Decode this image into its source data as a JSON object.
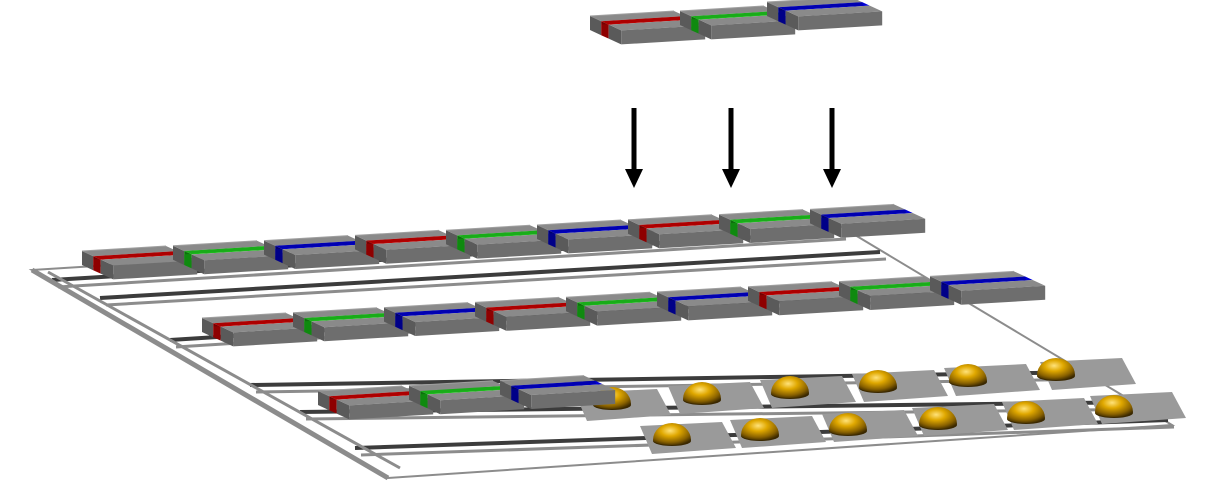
{
  "colors": {
    "chip_top": "#8a8a8a",
    "chip_side": "#6e6e6e",
    "chip_dark": "#5a5a5a",
    "red": "#d40000",
    "red_dark": "#8e0000",
    "green": "#1fd21f",
    "green_dark": "#0f8a0f",
    "blue": "#0000d8",
    "blue_dark": "#000088",
    "substrate": "#ffffff",
    "trace": "#8c8c8c",
    "trace_dark": "#3c3c3c",
    "bump": "#e0a800",
    "bump_dark": "#7a5600",
    "arrow": "#000000"
  },
  "icons": [
    "down-arrow-icon"
  ],
  "diagram": {
    "transferred_chips": [
      "red",
      "green",
      "blue"
    ],
    "array_rows": [
      [
        "red",
        "green",
        "blue",
        "red",
        "green",
        "blue",
        "red",
        "green",
        "blue"
      ],
      [
        "red",
        "green",
        "blue",
        "red",
        "green",
        "blue",
        "red",
        "green",
        "blue"
      ],
      [
        "red",
        "green",
        "blue"
      ]
    ],
    "bump_rows": [
      6,
      6
    ]
  }
}
